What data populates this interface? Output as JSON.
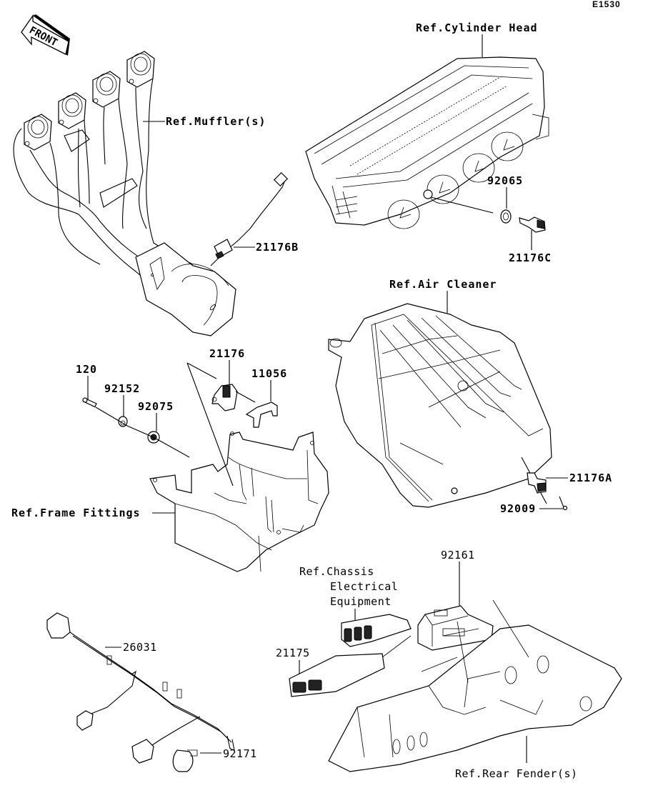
{
  "diagram": {
    "code": "E1530",
    "front_label": "FRONT",
    "references": {
      "cylinder_head": "Ref.Cylinder Head",
      "mufflers": "Ref.Muffler(s)",
      "air_cleaner": "Ref.Air Cleaner",
      "frame_fittings": "Ref.Frame Fittings",
      "chassis_line1": "Ref.Chassis",
      "chassis_line2": "Electrical",
      "chassis_line3": "Equipment",
      "rear_fender": "Ref.Rear Fender(s)"
    },
    "parts": {
      "p21176B": "21176B",
      "p92065": "92065",
      "p21176C": "21176C",
      "p21176": "21176",
      "p11056": "11056",
      "p120": "120",
      "p92152": "92152",
      "p92075": "92075",
      "p21176A": "21176A",
      "p92009": "92009",
      "p92161": "92161",
      "p21175": "21175",
      "p26031": "26031",
      "p92171": "92171"
    }
  }
}
